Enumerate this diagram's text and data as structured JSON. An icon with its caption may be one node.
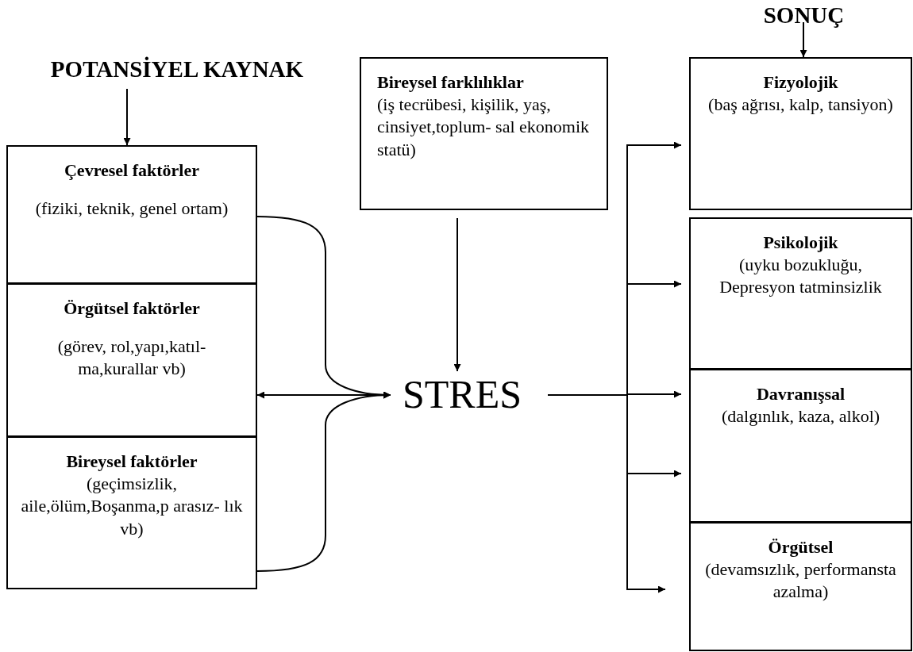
{
  "diagram": {
    "nodes": [
      {
        "text": [
          "POTANSİYEL KAYNAK"
        ]
      },
      {
        "text": [
          "Çevresel faktörler",
          "(fiziki, teknik, genel ortam)"
        ]
      },
      {
        "text": [
          "Örgütsel faktörler",
          "(görev, rol,yapı,katıl- ma,kurallar vb)"
        ]
      },
      {
        "text": [
          "Bireysel faktörler",
          "(geçimsizlik, aile,ölüm,Boşanma,p arasız- lık vb)"
        ]
      },
      {
        "text": [
          "Bireysel farklılıklar",
          "(iş tecrübesi, kişilik, yaş, cinsiyet,toplum- sal ekonomik statü)"
        ]
      },
      {
        "text": [
          "STRES"
        ]
      },
      {
        "text": [
          "SONUÇ"
        ]
      },
      {
        "text": [
          "Fizyolojik",
          "(baş ağrısı, kalp, tansiyon)"
        ]
      },
      {
        "text": [
          "Psikolojik",
          "(uyku bozukluğu, Depresyon tatminsizlik"
        ]
      },
      {
        "text": [
          "Davranışsal",
          "(dalgınlık, kaza, alkol)"
        ]
      },
      {
        "text": [
          "Örgütsel",
          "(devamsızlık, performansta azalma)"
        ]
      }
    ],
    "edges": [
      {
        "from": 0,
        "to": 1,
        "arrow": "to"
      },
      {
        "from": 1,
        "to": 5,
        "arrow": "to"
      },
      {
        "from": 3,
        "to": 5,
        "arrow": "to"
      },
      {
        "from": 5,
        "to": 2,
        "arrow": "both"
      },
      {
        "from": 4,
        "to": 5,
        "arrow": "to"
      },
      {
        "from": 6,
        "to": 7,
        "arrow": "to"
      },
      {
        "from": 5,
        "to": 7,
        "arrow": "to"
      },
      {
        "from": 5,
        "to": 8,
        "arrow": "to"
      },
      {
        "from": 5,
        "to": 9,
        "arrow": "to"
      },
      {
        "from": 5,
        "to": 9,
        "arrow": "to"
      },
      {
        "from": 5,
        "to": 10,
        "arrow": "to"
      }
    ]
  }
}
